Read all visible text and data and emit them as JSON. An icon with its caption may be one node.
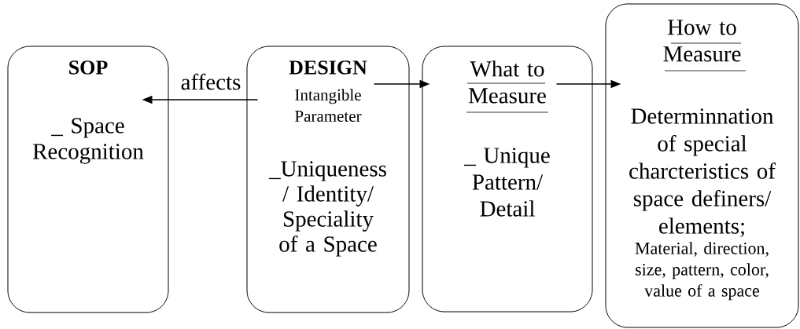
{
  "diagram": {
    "nodes": [
      {
        "text": [
          "SOP",
          "_ Space Recognition"
        ]
      },
      {
        "text": [
          "DESIGN",
          "Intangible Parameter",
          "_Uniqueness / Identity/ Speciality of a Space"
        ]
      },
      {
        "text": [
          "What to Measure",
          "_ Unique Pattern/ Detail"
        ]
      },
      {
        "text": [
          "How to Measure",
          "Determinnation of special charcteristics of space definers/ elements;",
          "Material, direction, size, pattern, color, value of a space"
        ]
      }
    ],
    "edges": [
      {
        "from": 1,
        "to": 0,
        "arrow": "to",
        "label": "affects"
      },
      {
        "from": 1,
        "to": 2,
        "arrow": "to"
      },
      {
        "from": 2,
        "to": 3,
        "arrow": "to"
      }
    ]
  }
}
